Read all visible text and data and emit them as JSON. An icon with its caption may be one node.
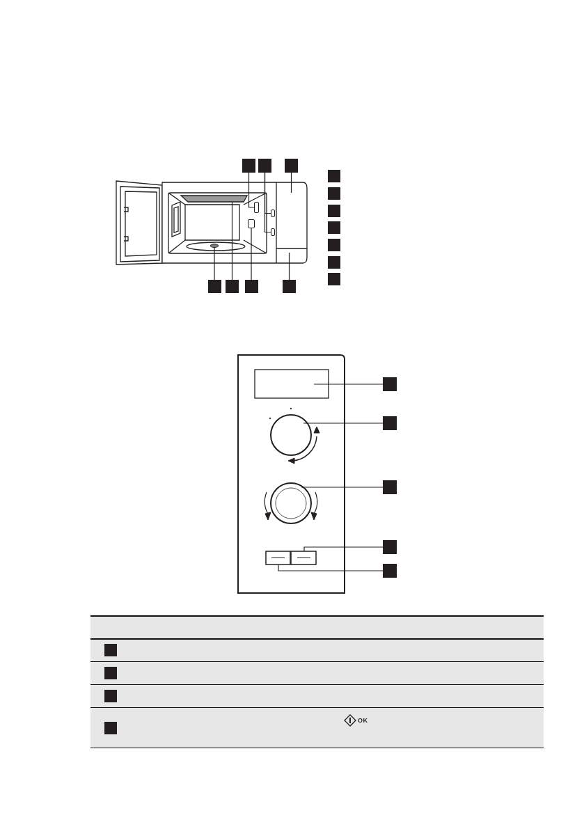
{
  "diagram": {
    "nodes": [
      {
        "text": [],
        "shape": "box"
      },
      {
        "text": [],
        "shape": "box"
      },
      {
        "text": [],
        "shape": "box"
      },
      {
        "text": [],
        "shape": "box"
      },
      {
        "text": [],
        "shape": "box"
      },
      {
        "text": [],
        "shape": "box"
      },
      {
        "text": [],
        "shape": "box"
      },
      {
        "text": [],
        "shape": "box"
      },
      {
        "text": [],
        "shape": "box"
      },
      {
        "text": [],
        "shape": "box"
      },
      {
        "text": [],
        "shape": "box"
      },
      {
        "text": [],
        "shape": "box"
      },
      {
        "text": [],
        "shape": "box"
      },
      {
        "text": [],
        "shape": "box"
      },
      {
        "text": [],
        "shape": "box"
      },
      {
        "text": [],
        "shape": "box"
      },
      {
        "text": [],
        "shape": "box"
      },
      {
        "text": [],
        "shape": "box"
      },
      {
        "text": [],
        "shape": "box"
      },
      {
        "text": [],
        "shape": "box"
      },
      {
        "text": [],
        "shape": "box"
      },
      {
        "text": [],
        "shape": "box"
      },
      {
        "text": [],
        "shape": "box"
      },
      {
        "text": [],
        "shape": "bar"
      },
      {
        "text": [],
        "shape": "bar"
      },
      {
        "text": [],
        "shape": "bar"
      },
      {
        "text": [],
        "shape": "circle"
      },
      {
        "text": [],
        "shape": "bar"
      }
    ],
    "edges": [
      {
        "from": 0,
        "to": 23,
        "arrow": "none"
      },
      {
        "from": 1,
        "to": 24,
        "arrow": "none"
      },
      {
        "from": 1,
        "to": 25,
        "arrow": "none"
      },
      {
        "from": 2,
        "to": null,
        "arrow": "none"
      },
      {
        "from": 10,
        "to": 26,
        "arrow": "none"
      },
      {
        "from": 11,
        "to": null,
        "arrow": "none"
      },
      {
        "from": 12,
        "to": 27,
        "arrow": "none"
      },
      {
        "from": 13,
        "to": null,
        "arrow": "none"
      },
      {
        "from": 14,
        "to": null,
        "arrow": "none"
      },
      {
        "from": 15,
        "to": null,
        "arrow": "none"
      },
      {
        "from": 16,
        "to": null,
        "arrow": "none"
      },
      {
        "from": 17,
        "to": null,
        "arrow": "none"
      },
      {
        "from": 18,
        "to": null,
        "arrow": "none"
      }
    ],
    "labels": [
      "OK"
    ]
  }
}
